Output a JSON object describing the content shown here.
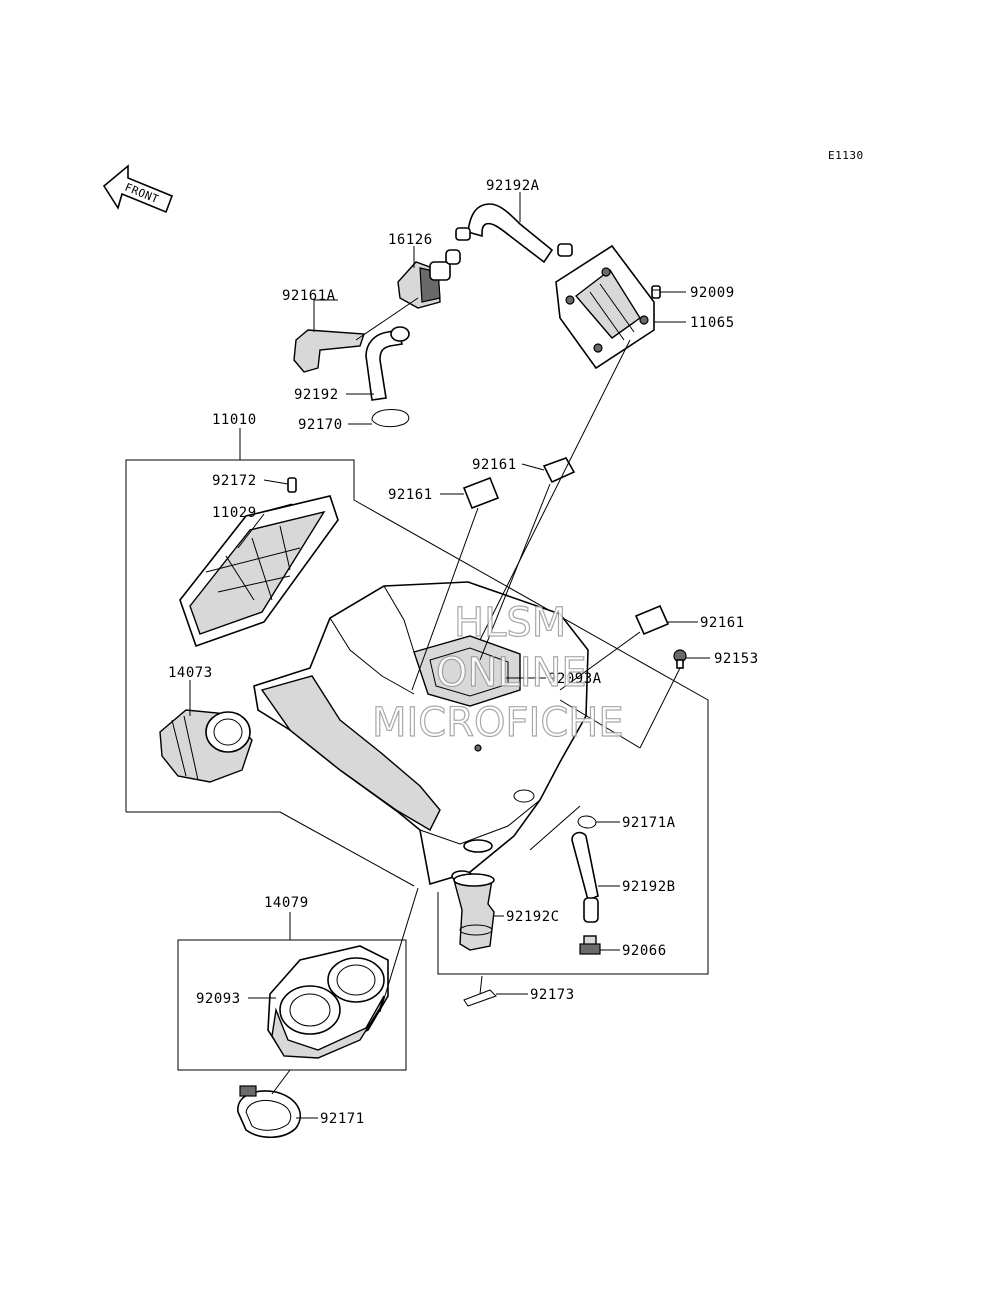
{
  "diagram_code": "E1130",
  "front_label": "FRONT",
  "watermark": {
    "line1": "HLSM",
    "line2": "ONLINE",
    "line3": "MICROFICHE"
  },
  "parts": {
    "p92192A": "92192A",
    "p16126": "16126",
    "p92161A": "92161A",
    "p92009": "92009",
    "p11065": "11065",
    "p92192": "92192",
    "p92170": "92170",
    "p11010": "11010",
    "p92161_top": "92161",
    "p92161_left": "92161",
    "p92172": "92172",
    "p11029": "11029",
    "p92161_right": "92161",
    "p92153": "92153",
    "p14073": "14073",
    "p92093A": "92093A",
    "p92171A": "92171A",
    "p92192B": "92192B",
    "p92192C": "92192C",
    "p92066": "92066",
    "p14079": "14079",
    "p92093": "92093",
    "p92173": "92173",
    "p92171": "92171"
  }
}
